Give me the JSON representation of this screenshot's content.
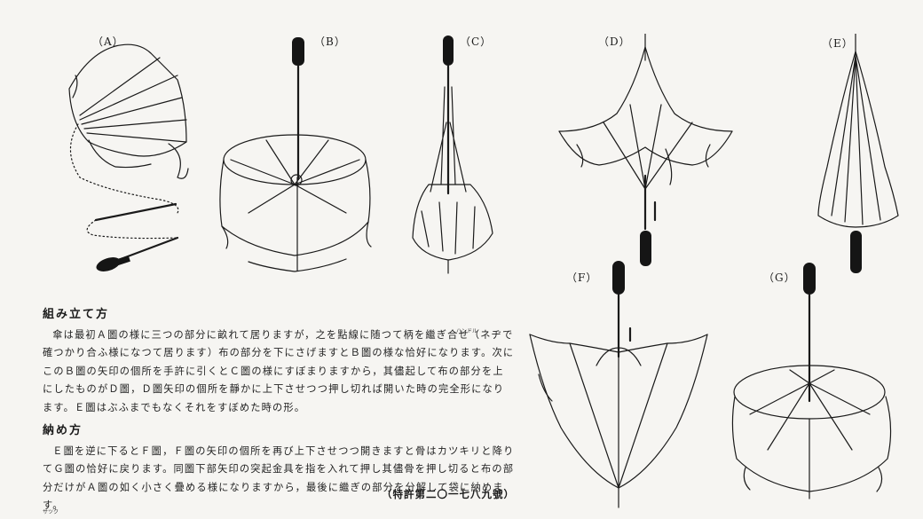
{
  "figures": {
    "a": "（A）",
    "b": "（B）",
    "c": "（C）",
    "d": "（D）",
    "e": "（E）",
    "f": "（F）",
    "g": "（G）"
  },
  "assembly": {
    "heading": "組み立て方",
    "body": "傘は最初Ａ圖の様に三つの部分に畝れて居りますが，之を點線に随つて柄を繼ぎ合せ（ネヂで確つかり合ふ様になつて居ります）布の部分を下にさげますとＢ圖の様な恰好になります。次にこのＢ圖の矢印の個所を手許に引くとＣ圖の様にすぼまりますから，其儘起して布の部分を上にしたものがＤ圖，Ｄ圖矢印の個所を靜かに上下させつつ押し切れば開いた時の完全形になります。Ｅ圖はぶふまでもなくそれをすぼめた時の形。"
  },
  "folding": {
    "heading": "納め方",
    "body": "Ｅ圖を逆に下るとＦ圖，Ｆ圖の矢印の個所を再び上下させつつ開きますと骨はカツキリと降りてＧ圖の恰好に戻ります。同圖下部矢印の突起金具を指を入れて押し其儘骨を押し切ると布の部分だけがＡ圖の如く小さく疊める様になりますから，最後に繼ぎの部分を分解して袋に納めます。"
  },
  "ruby": {
    "handle": "ハンドル",
    "bag": "サツク"
  },
  "patent": "（特許第二〇一七八九號）"
}
